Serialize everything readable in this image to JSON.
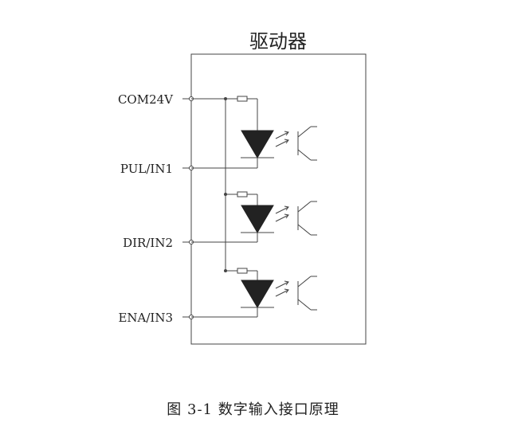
{
  "diagram": {
    "title": "驱动器",
    "pins": [
      "COM24V",
      "PUL/IN1",
      "DIR/IN2",
      "ENA/IN3"
    ],
    "caption": "图 3-1 数字输入接口原理"
  }
}
